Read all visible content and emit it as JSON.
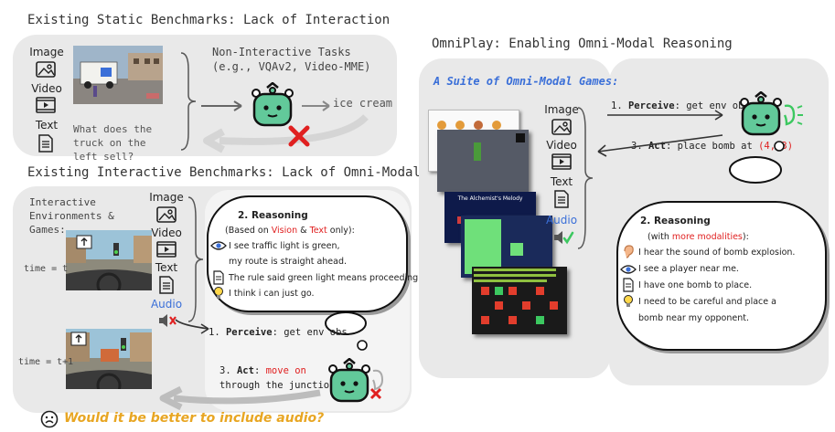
{
  "titles": {
    "static": "Existing Static Benchmarks: Lack of Interaction",
    "interactive": "Existing Interactive Benchmarks: Lack of Omni-Modality",
    "omniplay": "OmniPlay: Enabling Omni-Modal Reasoning"
  },
  "static_panel": {
    "modalities": [
      "Image",
      "Video",
      "Text"
    ],
    "task_title": "Non-Interactive Tasks",
    "task_examples": "(e.g., VQAv2, Video-MME)",
    "question": "What does the truck on the left sell?",
    "answer": "ice cream"
  },
  "interactive_panel": {
    "env_label": "Interactive Environments & Games:",
    "time1": "time = t",
    "time2": "time = t+1",
    "modalities": [
      "Image",
      "Video",
      "Text",
      "Audio"
    ],
    "reasoning_title": "2. Reasoning",
    "reasoning_sub_pre": "(Based on ",
    "reasoning_sub_vision": "Vision",
    "reasoning_sub_amp": " & ",
    "reasoning_sub_text": "Text",
    "reasoning_sub_post": " only):",
    "reasoning_lines": [
      "I see traffic light is green,",
      "my route is straight ahead.",
      "The rule said green light means proceeding.",
      "I think i can just go."
    ],
    "perceive_num": "1.",
    "perceive_bold": "Perceive",
    "perceive_rest": ": get env obs",
    "act_num": "3.",
    "act_bold": "Act",
    "act_colon": ": ",
    "act_red": "move on",
    "act_rest": "through the junction"
  },
  "omni_panel": {
    "suite_label": "A Suite of Omni-Modal Games:",
    "modalities": [
      "Image",
      "Video",
      "Text",
      "Audio"
    ],
    "perceive_num": "1.",
    "perceive_bold": "Perceive",
    "perceive_rest": ": get env obs",
    "act_num": "3.",
    "act_bold": "Act",
    "act_rest": ": place bomb at ",
    "act_coords": "(4, 3)",
    "reasoning_title": "2. Reasoning",
    "reasoning_sub_pre": "(with ",
    "reasoning_sub_red": "more modalities",
    "reasoning_sub_post": "):",
    "reasoning_lines": [
      "I hear the sound of bomb explosion.",
      "I see a player near me.",
      "I have one bomb to place.",
      "I need to be careful and place a",
      "bomb near my opponent."
    ],
    "game_title_1": "The Alchemist's Melody"
  },
  "footer_question": "Would it be better to include audio?",
  "colors": {
    "panel": "#e9e9e9",
    "robot": "#62c99a",
    "red": "#e02020",
    "blue": "#3a6fd8",
    "orange": "#e8a623"
  }
}
